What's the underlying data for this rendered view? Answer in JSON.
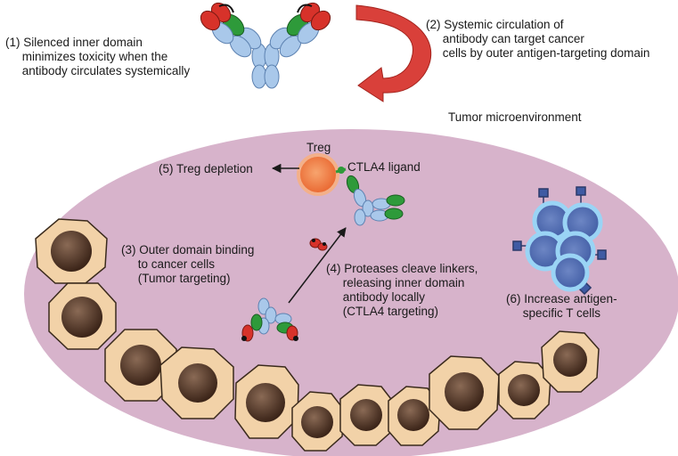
{
  "labels": {
    "step1": "(1) Silenced inner domain\n     minimizes toxicity when the\n     antibody circulates systemically",
    "step2": "(2) Systemic circulation of\n     antibody can target cancer\n     cells by outer antigen-targeting domain",
    "tme": "Tumor microenvironment",
    "treg": "Treg",
    "ctla4_ligand": "CTLA4 ligand",
    "step5": "(5) Treg depletion",
    "step3": "(3) Outer domain binding\n     to cancer cells\n     (Tumor targeting)",
    "step4": "(4) Proteases cleave linkers,\n     releasing inner domain\n     antibody locally\n     (CTLA4 targeting)",
    "step6": "(6) Increase antigen-\n     specific T cells"
  },
  "colors": {
    "tme_fill": "#d7b3cb",
    "cell_fill": "#f2d2a8",
    "cell_stroke": "#3a2a1c",
    "nucleus": "#4a2e1f",
    "antibody_blue": "#a9c8ea",
    "antibody_green": "#2e9a3a",
    "antibody_red": "#d7322a",
    "arrow_red": "#d9403a",
    "treg_orange": "#f07b3f",
    "tcell_blue": "#3d9fe0"
  },
  "icons": [
    "antibody-icon",
    "curved-arrow-icon",
    "treg-cell-icon",
    "tcell-cluster-icon",
    "protease-icon",
    "cancer-cell-icon"
  ]
}
